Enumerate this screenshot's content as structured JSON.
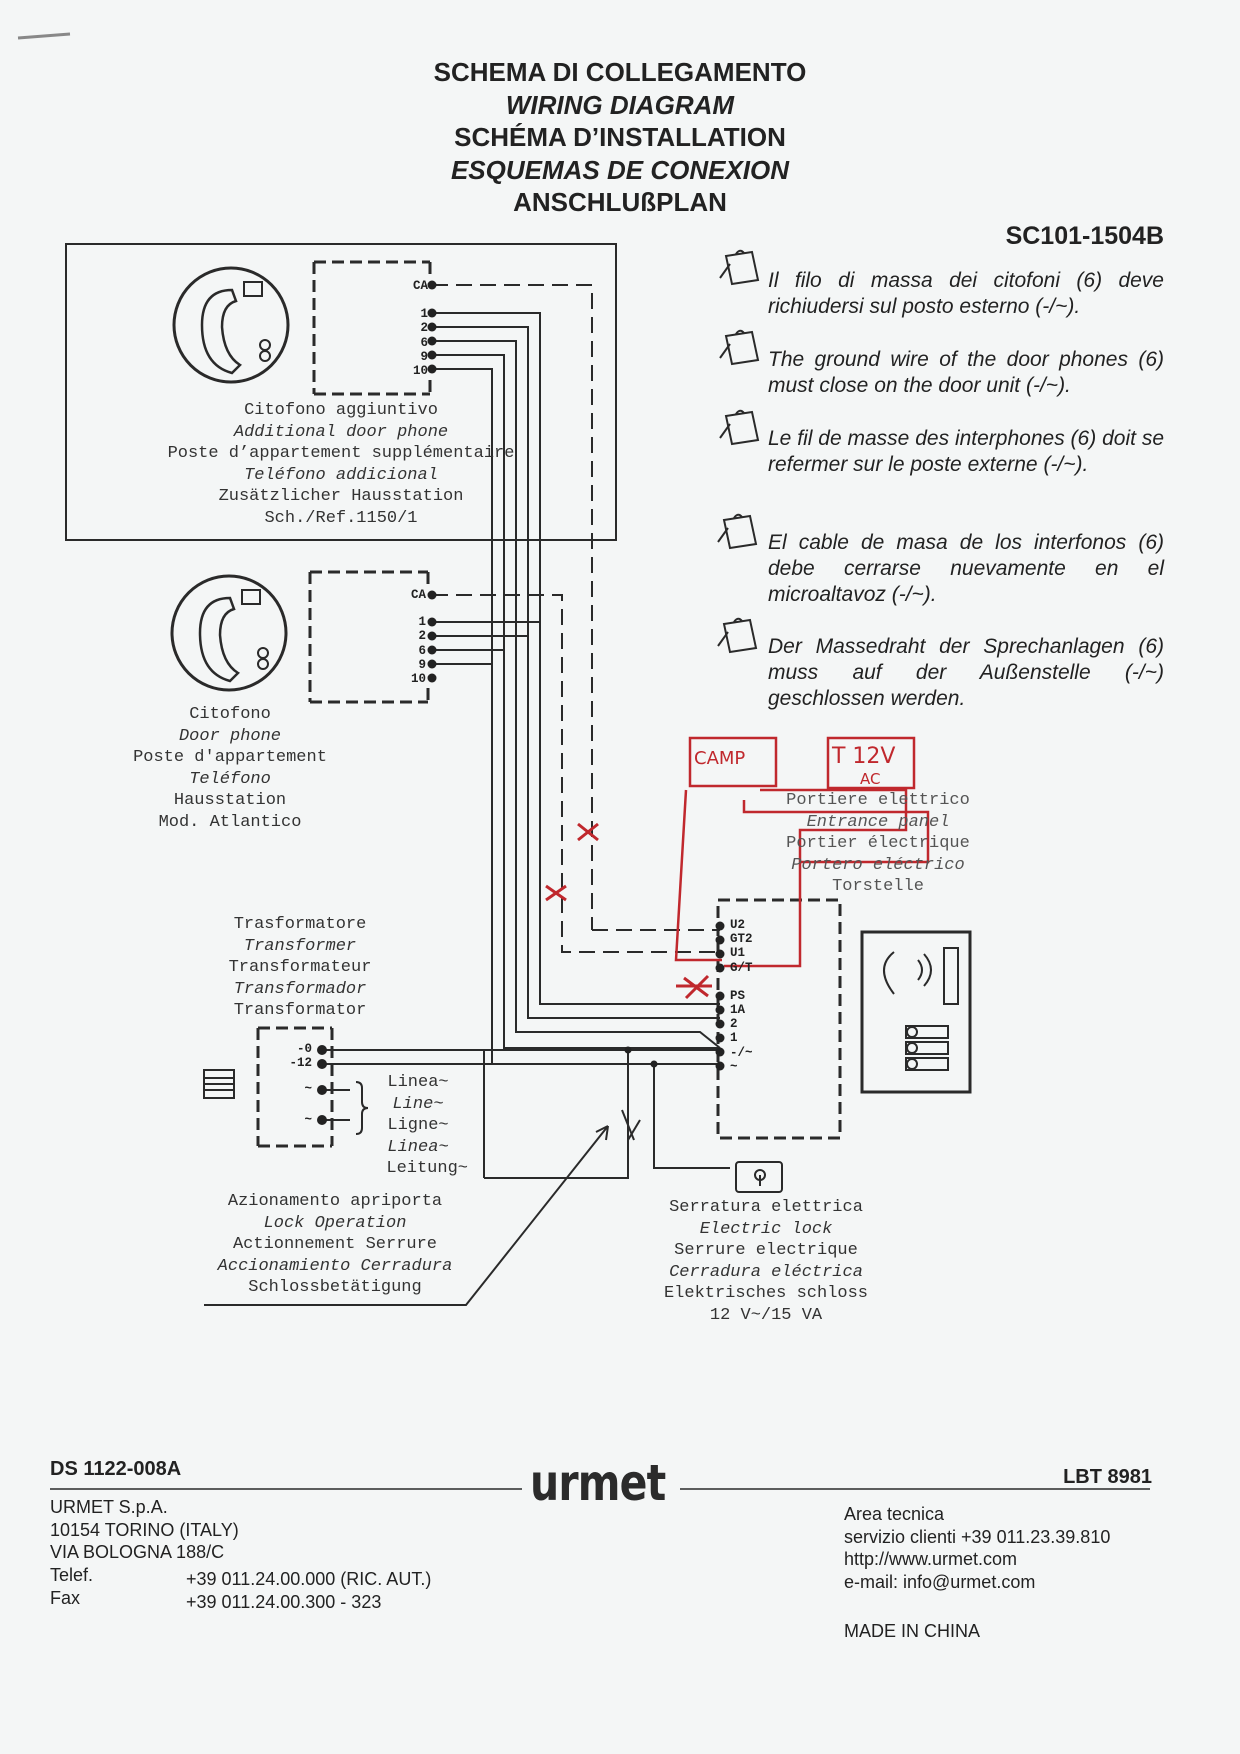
{
  "title": {
    "line1": "SCHEMA DI COLLEGAMENTO",
    "line2": "WIRING DIAGRAM",
    "line3": "SCHÉMA D’INSTALLATION",
    "line4": "ESQUEMAS DE CONEXION",
    "line5": "ANSCHLUßPLAN"
  },
  "scheme_code": "SC101-1504B",
  "notes": [
    "Il filo di massa dei citofoni (6) deve richiudersi sul posto esterno (-/~).",
    "The ground wire of the door phones (6) must close on the door unit (-/~).",
    "Le fil de masse des interphones (6) doit se refermer sur le poste externe (-/~).",
    "El cable de masa de los interfonos (6) debe cerrarse nuevamente en el microaltavoz (-/~).",
    "Der Massedraht der Sprechanlagen (6) muss auf der Außenstelle (-/~) geschlossen werden."
  ],
  "additional_phone": {
    "terminals": [
      "CA",
      "1",
      "2",
      "6",
      "9",
      "10"
    ],
    "labels": [
      "Citofono aggiuntivo",
      "Additional door phone",
      "Poste d’appartement supplémentaire",
      "Teléfono addicional",
      "Zusätzlicher Hausstation",
      "Sch./Ref.1150/1"
    ]
  },
  "door_phone": {
    "terminals": [
      "CA",
      "1",
      "2",
      "6",
      "9",
      "10"
    ],
    "labels": [
      "Citofono",
      "Door phone",
      "Poste d'appartement",
      "Teléfono",
      "Hausstation",
      "Mod. Atlantico"
    ]
  },
  "entrance_panel": {
    "labels": [
      "Portiere elettrico",
      "Entrance panel",
      "Portier électrique",
      "Portero eléctrico",
      "Torstelle"
    ],
    "terminals": [
      "U2",
      "GT2",
      "U1",
      "G/T",
      "PS",
      "1A",
      "2",
      "1",
      "-/~",
      "~"
    ]
  },
  "transformer": {
    "labels": [
      "Trasformatore",
      "Transformer",
      "Transformateur",
      "Transformador",
      "Transformator"
    ],
    "terminals": [
      "-0",
      "-12",
      "~",
      "~"
    ],
    "line_labels": [
      "Linea~",
      "Line~",
      "Ligne~",
      "Linea~",
      "Leitung~"
    ]
  },
  "lock_operation": {
    "labels": [
      "Azionamento apriporta",
      "Lock Operation",
      "Actionnement Serrure",
      "Accionamiento Cerradura",
      "Schlossbetätigung"
    ]
  },
  "electric_lock": {
    "labels": [
      "Serratura elettrica",
      "Electric lock",
      "Serrure electrique",
      "Cerradura eléctrica",
      "Elektrisches schloss",
      "12 V~/15 VA"
    ]
  },
  "handwritten": {
    "box1": "CAMP",
    "box2_line1": "T 12V",
    "box2_line2": "AC"
  },
  "footer": {
    "doc_code": "DS 1122-008A",
    "brand": "urmet",
    "lbt": "LBT 8981",
    "address": [
      "URMET S.p.A.",
      "10154 TORINO (ITALY)",
      "VIA BOLOGNA 188/C"
    ],
    "telef_label": "Telef.",
    "telef_value": "+39 011.24.00.000 (RIC. AUT.)",
    "fax_label": "Fax",
    "fax_value": "+39 011.24.00.300 - 323",
    "contact": [
      "Area tecnica",
      "servizio clienti  +39 011.23.39.810",
      "http://www.urmet.com",
      "e-mail: info@urmet.com"
    ],
    "made_in": "MADE IN CHINA"
  },
  "colors": {
    "ink": "#222222",
    "red_pen": "#c0282d",
    "paper": "#f4f6f6"
  }
}
